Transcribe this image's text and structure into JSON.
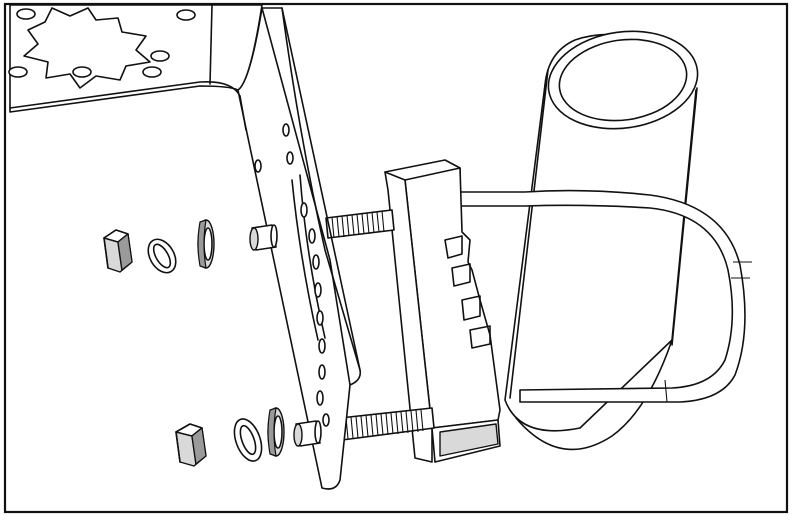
{
  "diagram": {
    "kind": "exploded-assembly-line-drawing",
    "colors": {
      "line": "#111111",
      "paper": "#ffffff",
      "shade": "#d9d9d9",
      "dark": "#9a9a9a"
    },
    "parts": [
      "mounting-bracket",
      "bracket-plate",
      "u-bolt",
      "clamp-block",
      "pole",
      "hex-nut",
      "split-lock-washer",
      "flat-washer",
      "spacer-sleeve"
    ]
  }
}
